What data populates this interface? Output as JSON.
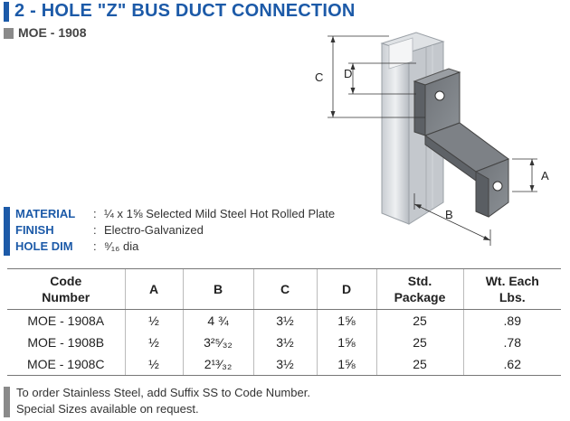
{
  "header": {
    "title": "2 - HOLE \"Z\" BUS DUCT CONNECTION",
    "part_number": "MOE - 1908"
  },
  "drawing": {
    "dimension_labels": [
      "C",
      "D",
      "A",
      "B"
    ]
  },
  "specs": [
    {
      "label": "MATERIAL",
      "colon": ":",
      "value": "¼ x 1⅝ Selected Mild Steel Hot Rolled Plate"
    },
    {
      "label": "FINISH",
      "colon": ":",
      "value": "Electro-Galvanized"
    },
    {
      "label": "HOLE DIM",
      "colon": ":",
      "value": "⁹⁄₁₆ dia"
    }
  ],
  "table": {
    "headers": [
      [
        "Code",
        "Number"
      ],
      [
        "A",
        ""
      ],
      [
        "B",
        ""
      ],
      [
        "C",
        ""
      ],
      [
        "D",
        ""
      ],
      [
        "Std.",
        "Package"
      ],
      [
        "Wt. Each",
        "Lbs."
      ]
    ],
    "rows": [
      [
        "MOE - 1908A",
        "½",
        "4 ¾",
        "3½",
        "1⅝",
        "25",
        ".89"
      ],
      [
        "MOE - 1908B",
        "½",
        "3²⁵⁄₃₂",
        "3½",
        "1⅝",
        "25",
        ".78"
      ],
      [
        "MOE - 1908C",
        "½",
        "2¹³⁄₃₂",
        "3½",
        "1⅝",
        "25",
        ".62"
      ]
    ]
  },
  "notes": [
    "To order Stainless Steel, add Suffix SS to Code Number.",
    "Special Sizes available on request."
  ],
  "colors": {
    "accent_blue": "#1c5aa8",
    "gray_bar": "#8a8a8a"
  }
}
